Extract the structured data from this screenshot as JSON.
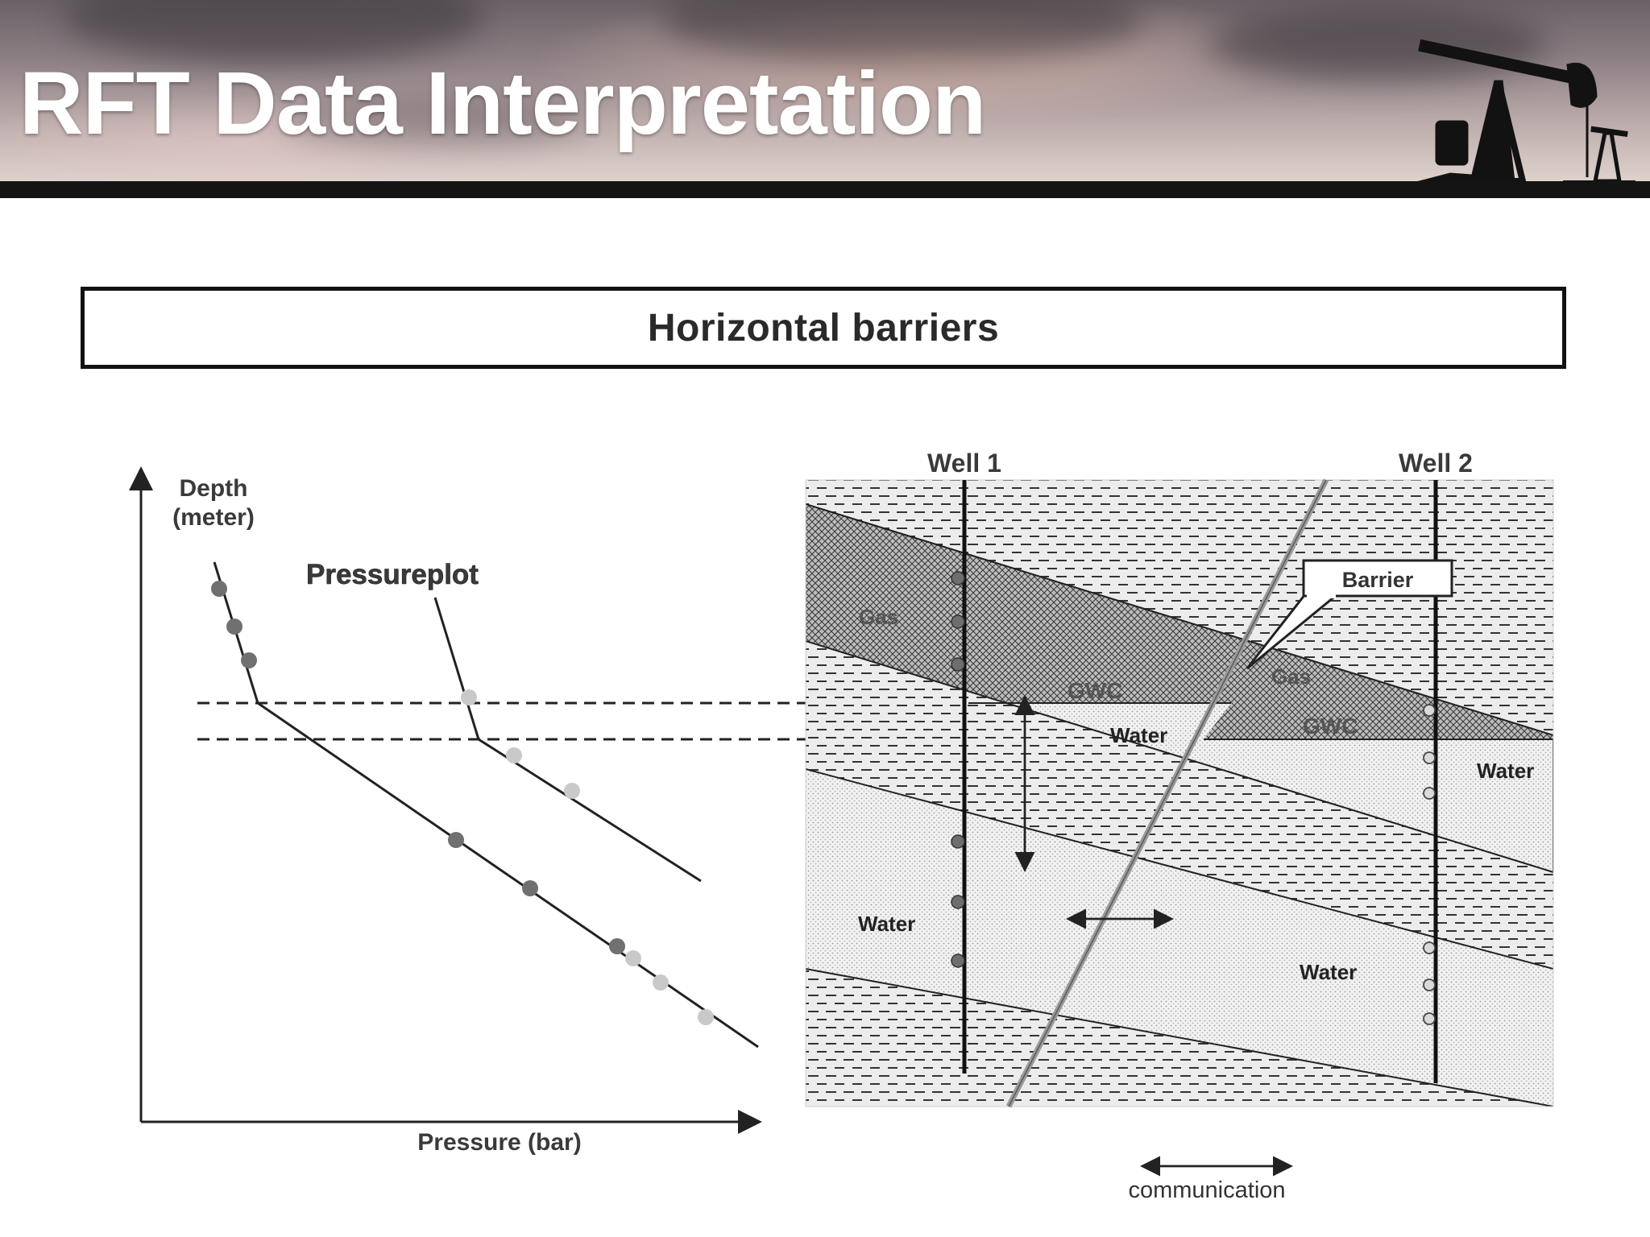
{
  "header": {
    "title": "RFT Data Interpretation"
  },
  "section": {
    "title": "Horizontal barriers"
  },
  "plot": {
    "y_axis_label_line1": "Depth",
    "y_axis_label_line2": "(meter)",
    "x_axis_label": "Pressure (bar)",
    "title": "Pressureplot"
  },
  "cross_section": {
    "well_1": "Well 1",
    "well_2": "Well 2",
    "barrier": "Barrier",
    "gas_upper": "Gas",
    "gas_lower": "Gas",
    "gwc_1": "GWC",
    "gwc_2": "GWC",
    "water_near_fault": "Water",
    "water_right": "Water",
    "water_left": "Water",
    "water_bottom": "Water"
  },
  "legend": {
    "communication": "communication"
  },
  "colors": {
    "banner_strip": "#141414",
    "ink": "#222222",
    "light_point": "#c8c8c8",
    "dark_point": "#6e6e6e",
    "fault": "#9a9a9a"
  }
}
